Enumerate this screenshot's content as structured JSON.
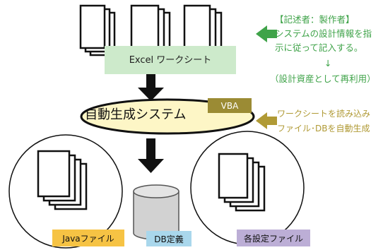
{
  "excel": {
    "label": "Excel ワークシート"
  },
  "engine": {
    "title": "自動生成システム",
    "tag": "VBA"
  },
  "author_note": {
    "line1": "【記述者：製作者】",
    "line2": "システムの設計情報を指",
    "line3": "示に従って記入する。",
    "arrow": "↓",
    "line4": "（設計資産として再利用）"
  },
  "vba_note": {
    "line1": "ワークシートを読み込み",
    "line2": "ファイル･DBを自動生成"
  },
  "outputs": {
    "java": "Javaファイル",
    "db": "DB定義",
    "settings": "各設定ファイル"
  },
  "colors": {
    "excel_box": "#cdeacb",
    "engine_fill": "#fdf6c6",
    "vba_tag": "#9b8b34",
    "green_arrow": "#3fa349",
    "gold_arrow": "#b09a35",
    "java_tag": "#f6c344",
    "db_tag": "#a9d7ec",
    "settings_tag": "#bcaed6"
  }
}
